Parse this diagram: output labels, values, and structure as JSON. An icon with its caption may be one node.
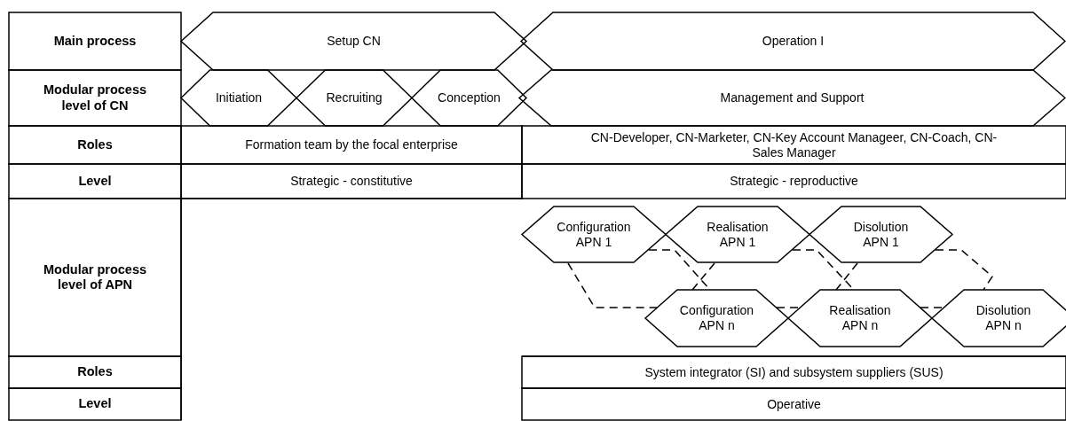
{
  "diagram": {
    "nodes": [
      {
        "text": [
          "Main process"
        ]
      },
      {
        "text": [
          "Setup CN"
        ]
      },
      {
        "text": [
          "Operation I"
        ]
      },
      {
        "text": [
          "Modular process level of CN"
        ]
      },
      {
        "text": [
          "Initiation"
        ]
      },
      {
        "text": [
          "Recruiting"
        ]
      },
      {
        "text": [
          "Conception"
        ]
      },
      {
        "text": [
          "Management and Support"
        ]
      },
      {
        "text": [
          "Roles"
        ]
      },
      {
        "text": [
          "Formation team by the focal enterprise"
        ]
      },
      {
        "text": [
          "CN-Developer, CN-Marketer, CN-Key Account Manageer, CN-Coach, CN-Sales Manager"
        ]
      },
      {
        "text": [
          "Level"
        ]
      },
      {
        "text": [
          "Strategic - constitutive"
        ]
      },
      {
        "text": [
          "Strategic - reproductive"
        ]
      },
      {
        "text": [
          "Modular process level of APN"
        ]
      },
      {
        "text": [
          "Configuration APN 1"
        ]
      },
      {
        "text": [
          "Realisation APN 1"
        ]
      },
      {
        "text": [
          "Disolution APN 1"
        ]
      },
      {
        "text": [
          "Configuration APN n"
        ]
      },
      {
        "text": [
          "Realisation APN n"
        ]
      },
      {
        "text": [
          "Disolution APN n"
        ]
      },
      {
        "text": [
          "Roles"
        ]
      },
      {
        "text": [
          "System integrator (SI) and subsystem suppliers (SUS)"
        ]
      },
      {
        "text": [
          "Level"
        ]
      },
      {
        "text": [
          "Operative"
        ]
      }
    ],
    "edges": [
      {
        "from": 15,
        "to": 18,
        "arrow": "none",
        "style": "dashed"
      },
      {
        "from": 15,
        "to": 18,
        "arrow": "none",
        "style": "dashed"
      },
      {
        "from": 16,
        "to": 18,
        "arrow": "none",
        "style": "dashed"
      },
      {
        "from": 16,
        "to": 19,
        "arrow": "none",
        "style": "dashed"
      },
      {
        "from": 17,
        "to": 19,
        "arrow": "none",
        "style": "dashed"
      },
      {
        "from": 17,
        "to": 20,
        "arrow": "none",
        "style": "dashed"
      },
      {
        "from": 18,
        "to": 19,
        "arrow": "none",
        "style": "dashed"
      },
      {
        "from": 19,
        "to": 20,
        "arrow": "none",
        "style": "dashed"
      }
    ]
  }
}
